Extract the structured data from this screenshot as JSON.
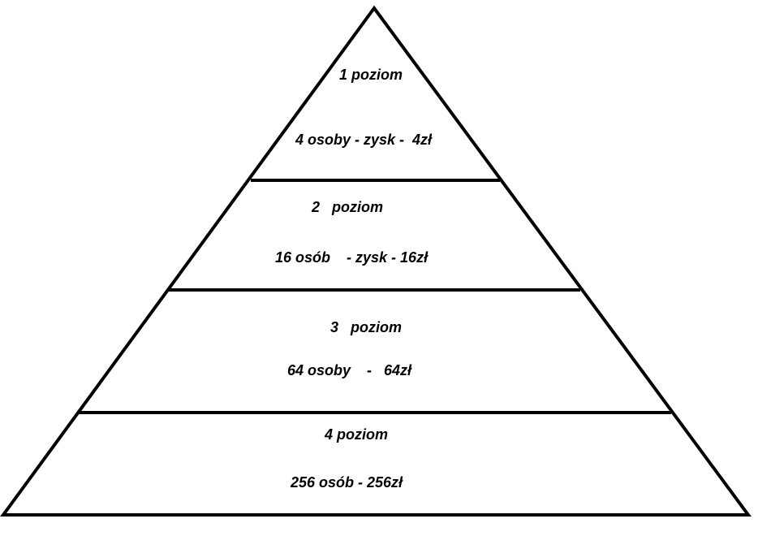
{
  "diagram": {
    "type": "pyramid",
    "colors": {
      "stroke": "#000000",
      "background": "#ffffff",
      "text": "#000000"
    },
    "levels": [
      {
        "level_label": "1 poziom",
        "detail_label": "4 osoby - zysk -  4zł"
      },
      {
        "level_label": "2   poziom",
        "detail_label": "16 osób    - zysk - 16zł"
      },
      {
        "level_label": "3   poziom",
        "detail_label": "64 osoby    -   64zł"
      },
      {
        "level_label": "4 poziom",
        "detail_label": "256 osób - 256zł"
      }
    ]
  }
}
